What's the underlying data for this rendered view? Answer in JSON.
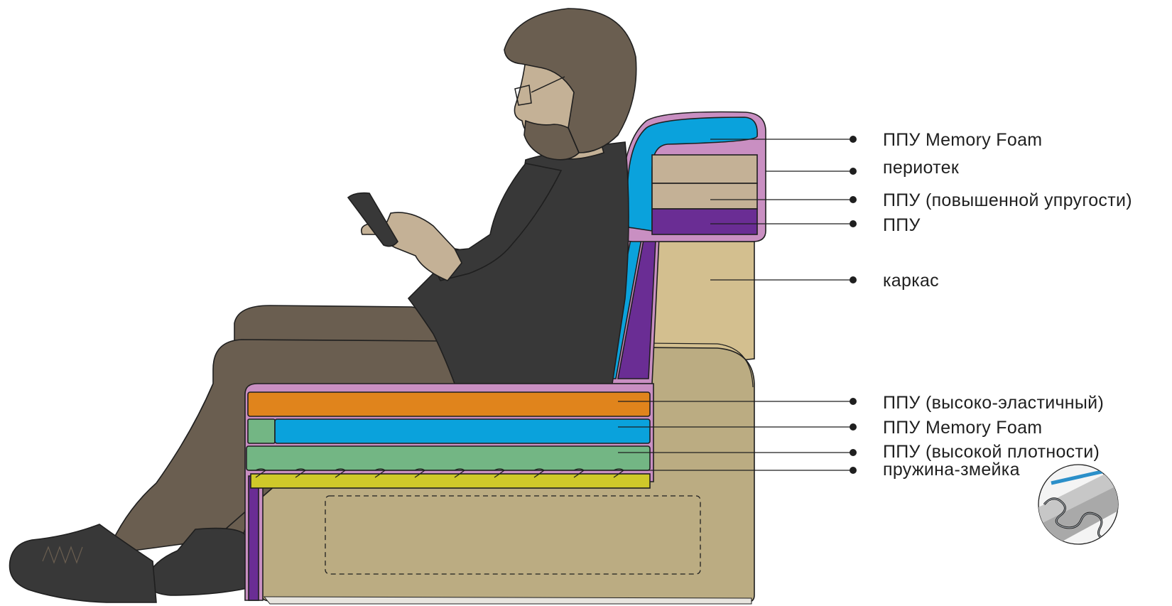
{
  "labels": {
    "headrest_memory_foam": "ППУ Memory Foam",
    "periotek": "периотек",
    "headrest_high_resilience": "ППУ (повышенной упругости)",
    "headrest_ppu": "ППУ",
    "frame": "каркас",
    "seat_high_elastic": "ППУ (высоко-эластичный)",
    "seat_memory_foam": "ППУ Memory Foam",
    "seat_high_density": "ППУ (высокой плотности)",
    "snake_spring": "пружина-змейка"
  },
  "colors": {
    "upholstery": "#c98fc2",
    "memory_foam": "#0aa2dc",
    "high_resilience": "#c4b196",
    "ppu_purple": "#6a2d94",
    "frame": "#d3bf8f",
    "frame_body": "#bbac82",
    "orange_layer": "#e0841c",
    "green_layer": "#73b684",
    "spring_yellow": "#cfc92a",
    "trousers": "#6a5e50",
    "sweater": "#383838",
    "skin": "#c4b196"
  },
  "icons": [
    "snake-spring-detail-icon"
  ]
}
